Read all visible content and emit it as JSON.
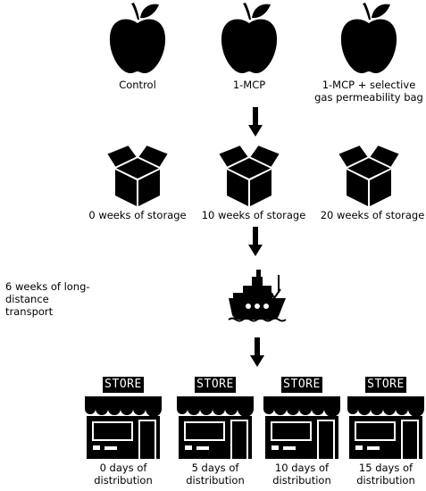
{
  "colors": {
    "ink": "#000000",
    "background": "#ffffff"
  },
  "icons": [
    "apple-icon",
    "box-icon",
    "ship-icon",
    "store-icon",
    "arrow-down-icon"
  ],
  "treatments": [
    "Control",
    "1-MCP",
    "1-MCP + selective gas permeability bag"
  ],
  "storage": [
    "0 weeks of storage",
    "10 weeks of storage",
    "20 weeks of storage"
  ],
  "transport": {
    "label": "6 weeks of long-distance transport"
  },
  "store_sign": "STORE",
  "distribution": [
    "0 days of distribution",
    "5 days of distribution",
    "10 days of distribution",
    "15 days of distribution"
  ]
}
